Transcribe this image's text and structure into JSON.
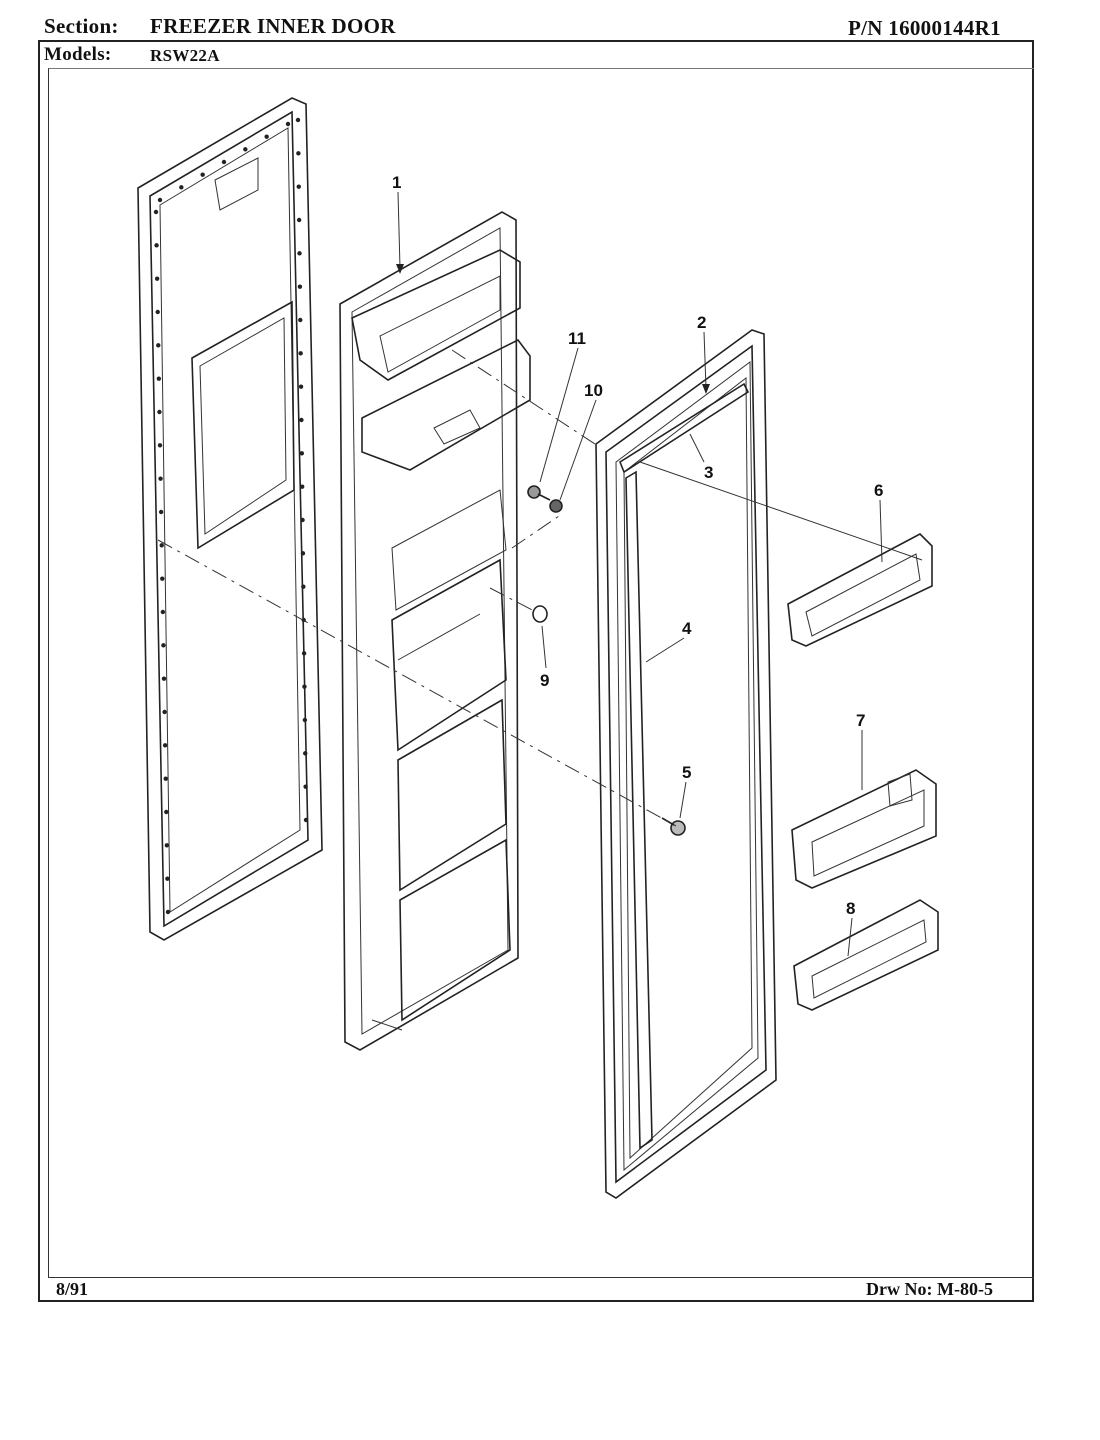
{
  "header": {
    "section_label": "Section:",
    "section_value": "FREEZER INNER DOOR",
    "models_label": "Models:",
    "models_value": "RSW22A",
    "part_number": "P/N 16000144R1"
  },
  "footer": {
    "date": "8/91",
    "drawing_number": "Drw No: M-80-5"
  },
  "callouts": [
    "1",
    "2",
    "3",
    "4",
    "5",
    "6",
    "7",
    "8",
    "9",
    "10",
    "11"
  ]
}
